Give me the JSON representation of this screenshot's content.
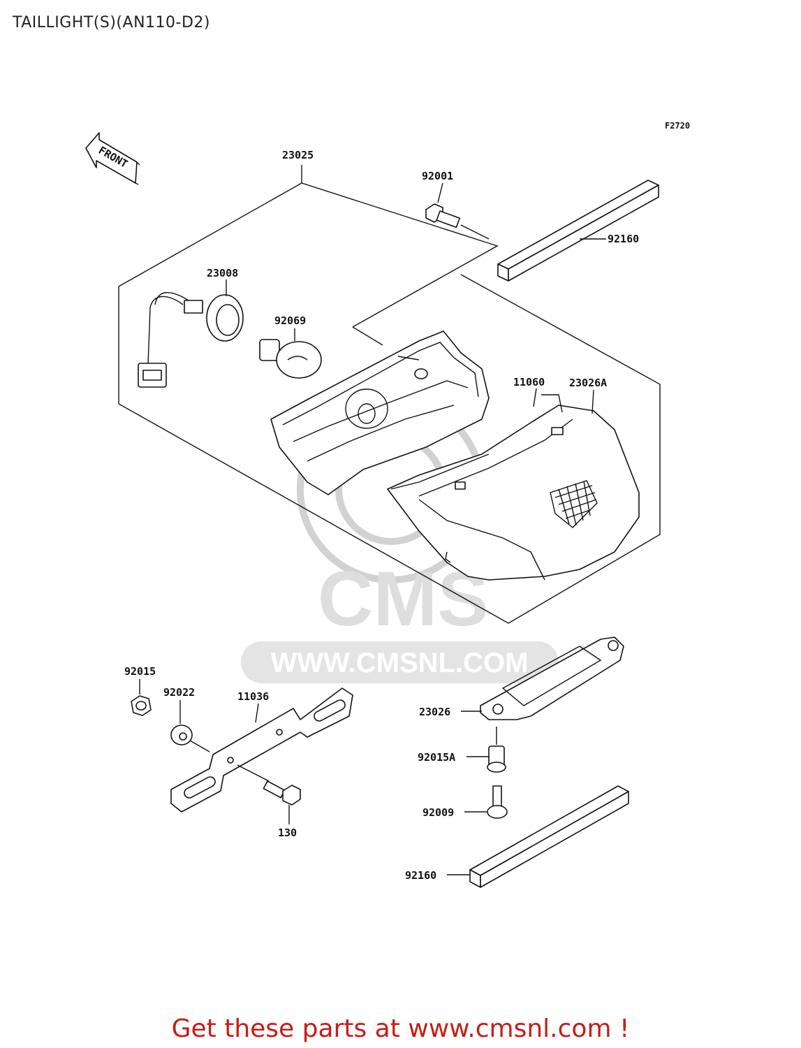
{
  "title": "TAILLIGHT(S)(AN110-D2)",
  "figure_code": "F2720",
  "front_arrow_text": "FRONT",
  "watermark": {
    "brand": "CMS",
    "url": "WWW.CMSNL.COM"
  },
  "part_labels": {
    "p23025": "23025",
    "p92001": "92001",
    "p92160_top": "92160",
    "p23008": "23008",
    "p92069": "92069",
    "p11060": "11060",
    "p23026A": "23026A",
    "p92015": "92015",
    "p92022": "92022",
    "p11036": "11036",
    "p130": "130",
    "p23026": "23026",
    "p92015A": "92015A",
    "p92009": "92009",
    "p92160_bottom": "92160"
  },
  "footer": "Get these parts at www.cmsnl.com !"
}
